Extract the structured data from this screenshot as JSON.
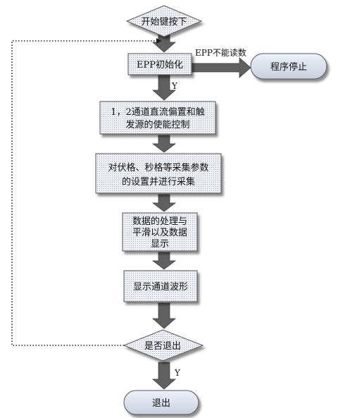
{
  "nodes": {
    "start": "开始键按下",
    "epp_init": "EPP初始化",
    "stop": "程序停止",
    "step1_line1": "1，2通道直流偏置和触",
    "step1_line2": "发源的使能控制",
    "step2_line1": "对伏格、秒格等采集参数",
    "step2_line2": "的设置并进行采集",
    "step3_line1": "数据的处理与",
    "step3_line2": "平滑以及数据",
    "step3_line3": "显示",
    "step4": "显示通道波形",
    "decision": "是否退出",
    "exit": "退出"
  },
  "labels": {
    "epp_fail": "EPP不能读数",
    "yes_top": "Y",
    "yes_bottom": "Y"
  }
}
